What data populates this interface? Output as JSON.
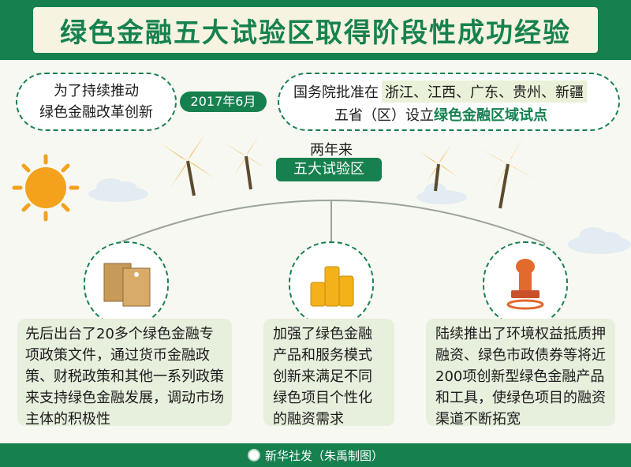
{
  "title": "绿色金融五大试验区取得阶段性成功经验",
  "intro": {
    "left_line1": "为了持续推动",
    "left_line2": "绿色金融改革创新",
    "date": "2017年6月",
    "right_prefix": "国务院批准在",
    "provinces": "浙江、江西、广东、贵州、新疆",
    "right_line2_a": "五省（区）设立",
    "right_line2_b": "绿色金融区域试点"
  },
  "center": {
    "two_years": "两年来",
    "zones": "五大试验区"
  },
  "cards": [
    {
      "icon": "document-folders-icon",
      "text": "先后出台了20多个绿色金融专项政策文件，通过货币金融政策、财税政策和其他一系列政策来支持绿色金融发展，调动市场主体的积极性"
    },
    {
      "icon": "gold-coins-icon",
      "text": "加强了绿色金融产品和服务模式创新来满足不同绿色项目个性化的融资需求"
    },
    {
      "icon": "stamp-icon",
      "text": "陆续推出了环境权益抵质押融资、绿色市政债券等将近200项创新型绿色金融产品和工具，使绿色项目的融资渠道不断拓宽"
    }
  ],
  "footer": "新华社发（朱禹制图）",
  "colors": {
    "green": "#16804f",
    "orange": "#f4a11c",
    "card": "#e7efdd"
  }
}
